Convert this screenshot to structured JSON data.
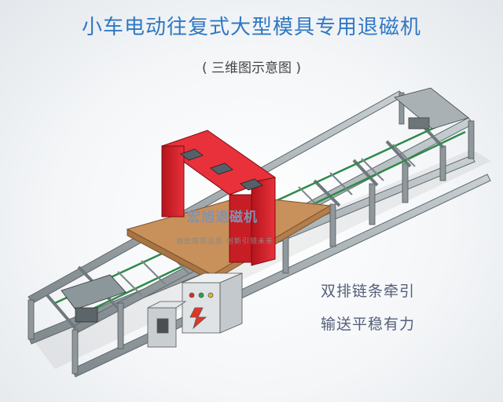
{
  "title": "小车电动往复式大型模具专用退磁机",
  "subtitle": "( 三维图示意图 )",
  "features": [
    "双排链条牵引",
    "输送平稳有力"
  ],
  "logo": {
    "name": "宏旭退磁机",
    "slogan": "诚信铸就品质  创新引领未来"
  },
  "colors": {
    "title": "#2f78c4",
    "frame": "#9aa3a7",
    "arch": "#d9202a",
    "platform": "#c8905a",
    "chain": "#2d8a4a"
  }
}
